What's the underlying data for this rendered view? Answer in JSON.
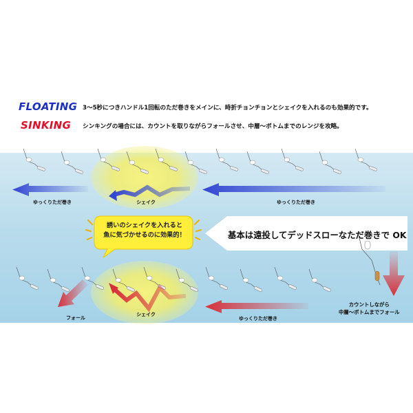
{
  "floating": {
    "tag": "FLOATING",
    "text": "3～5秒につきハンドル1回転のただ巻きをメインに、時折チョンチョンとシェイクを入れるのも効果的です。",
    "color": "#1b2fc4"
  },
  "sinking": {
    "tag": "SINKING",
    "text": "シンキングの場合には、カウントを取りながらフォールさせ、中層～ボトムまでのレンジを攻略。",
    "color": "#e0102a"
  },
  "top_path": {
    "left_label": "ゆっくりただ巻き",
    "shake_label": "シェイク",
    "right_label": "ゆっくりただ巻き"
  },
  "bottom_path": {
    "fall_label": "フォール",
    "shake_label": "シェイク",
    "retrieve_label": "ゆっくりただ巻き"
  },
  "callout": {
    "line1": "誘いのシェイクを入れると",
    "line2": "魚に気づかせるのに効果的！"
  },
  "main_message": "基本は遠投してデッドスローなただ巻きで OK",
  "count_note": {
    "line1": "カウントしながら",
    "line2": "中層～ボトムまでフォール"
  },
  "colors": {
    "water_top": "#d4e9f3",
    "water_bottom": "#a5d2e8",
    "highlight": "#f4ef74",
    "blue_arrow": "#3347d2",
    "red_arrow": "#d8313b",
    "callout_fill": "#ffef3a"
  }
}
